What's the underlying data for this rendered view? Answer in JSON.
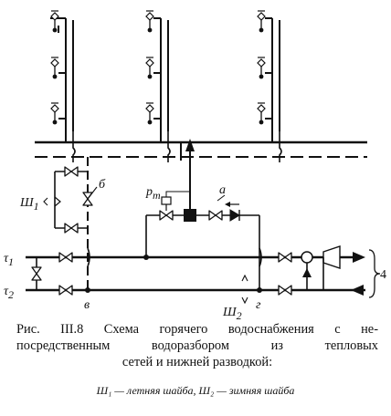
{
  "figure": {
    "labels": {
      "w1": "Ш",
      "w1_sub": "1",
      "b": "б",
      "a": "а",
      "rt": "р",
      "rt_sub": "т",
      "t1": "τ",
      "t1_sub": "1",
      "t2": "τ",
      "t2_sub": "2",
      "v": "в",
      "w2": "Ш",
      "w2_sub": "2",
      "g": "г",
      "n4": "4"
    }
  },
  "caption": {
    "line1": "Рис. III.8 Схема горячего водоснабжения с не-",
    "line2": "посредственным водоразбором из тепловых",
    "line3": "сетей и нижней разводкой:",
    "legend": "Ш₁ — летняя шайба, Ш₂ — зимняя шайба"
  }
}
